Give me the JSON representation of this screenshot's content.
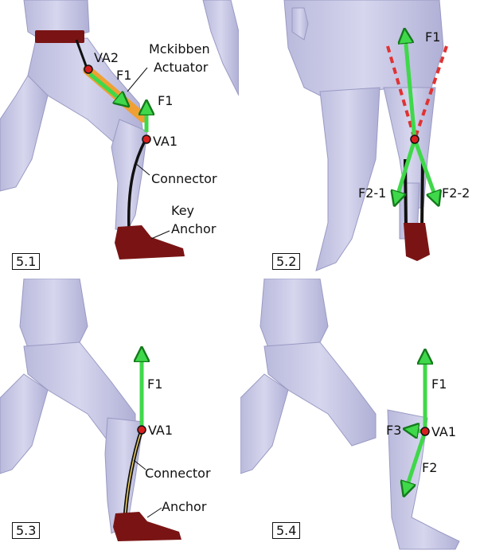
{
  "panels": [
    {
      "tag": "5.1",
      "labels": {
        "va2": "VA2",
        "f1_diag": "F1",
        "mck_line1": "Mckibben",
        "mck_line2": "Actuator",
        "f1_up": "F1",
        "va1": "VA1",
        "connector": "Connector",
        "key": "Key",
        "anchor": "Anchor"
      }
    },
    {
      "tag": "5.2",
      "labels": {
        "f1": "F1",
        "f21": "F2-1",
        "f22": "F2-2"
      }
    },
    {
      "tag": "5.3",
      "labels": {
        "f1": "F1",
        "va1": "VA1",
        "connector": "Connector",
        "anchor": "Anchor"
      }
    },
    {
      "tag": "5.4",
      "labels": {
        "f1": "F1",
        "f3": "F3",
        "va1": "VA1",
        "f2": "F2"
      }
    }
  ],
  "colors": {
    "body": "#c7c7e6",
    "body_shade": "#a9a9cf",
    "arrow": "#3fd84a",
    "arrow_edge": "#147a1c",
    "actuator": "#f0a032",
    "anchor": "#7a1414",
    "node": "#d81f1f",
    "dashed": "#e03232"
  }
}
